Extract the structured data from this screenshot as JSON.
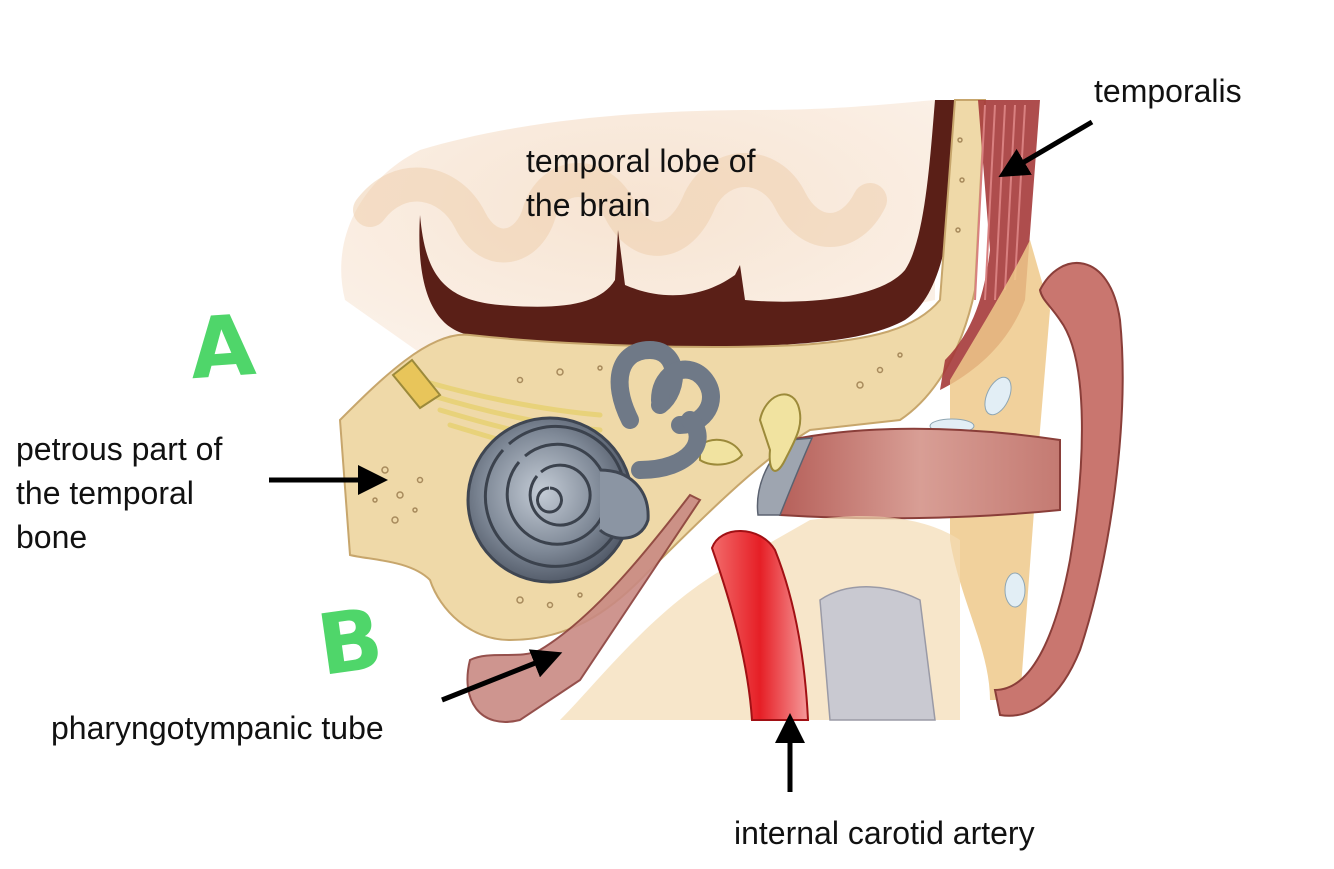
{
  "labels": {
    "temporalis": "temporalis",
    "temporal_lobe_line1": "temporal lobe of",
    "temporal_lobe_line2": "the brain",
    "petrous_line1": "petrous part of",
    "petrous_line2": "the temporal",
    "petrous_line3": "bone",
    "pharyngotympanic": "pharyngotympanic tube",
    "internal_carotid": "internal carotid artery"
  },
  "handwritten": {
    "a": "A",
    "b": "B",
    "color": "#4fd66a"
  },
  "colors": {
    "bone": "#efd9a8",
    "brain": "#f6e2cf",
    "dura": "#5a1f17",
    "muscle": "#a53a3a",
    "cochlea": "#7d8796",
    "artery": "#e8282c",
    "canal": "#c98a83",
    "arrow": "#000000"
  }
}
